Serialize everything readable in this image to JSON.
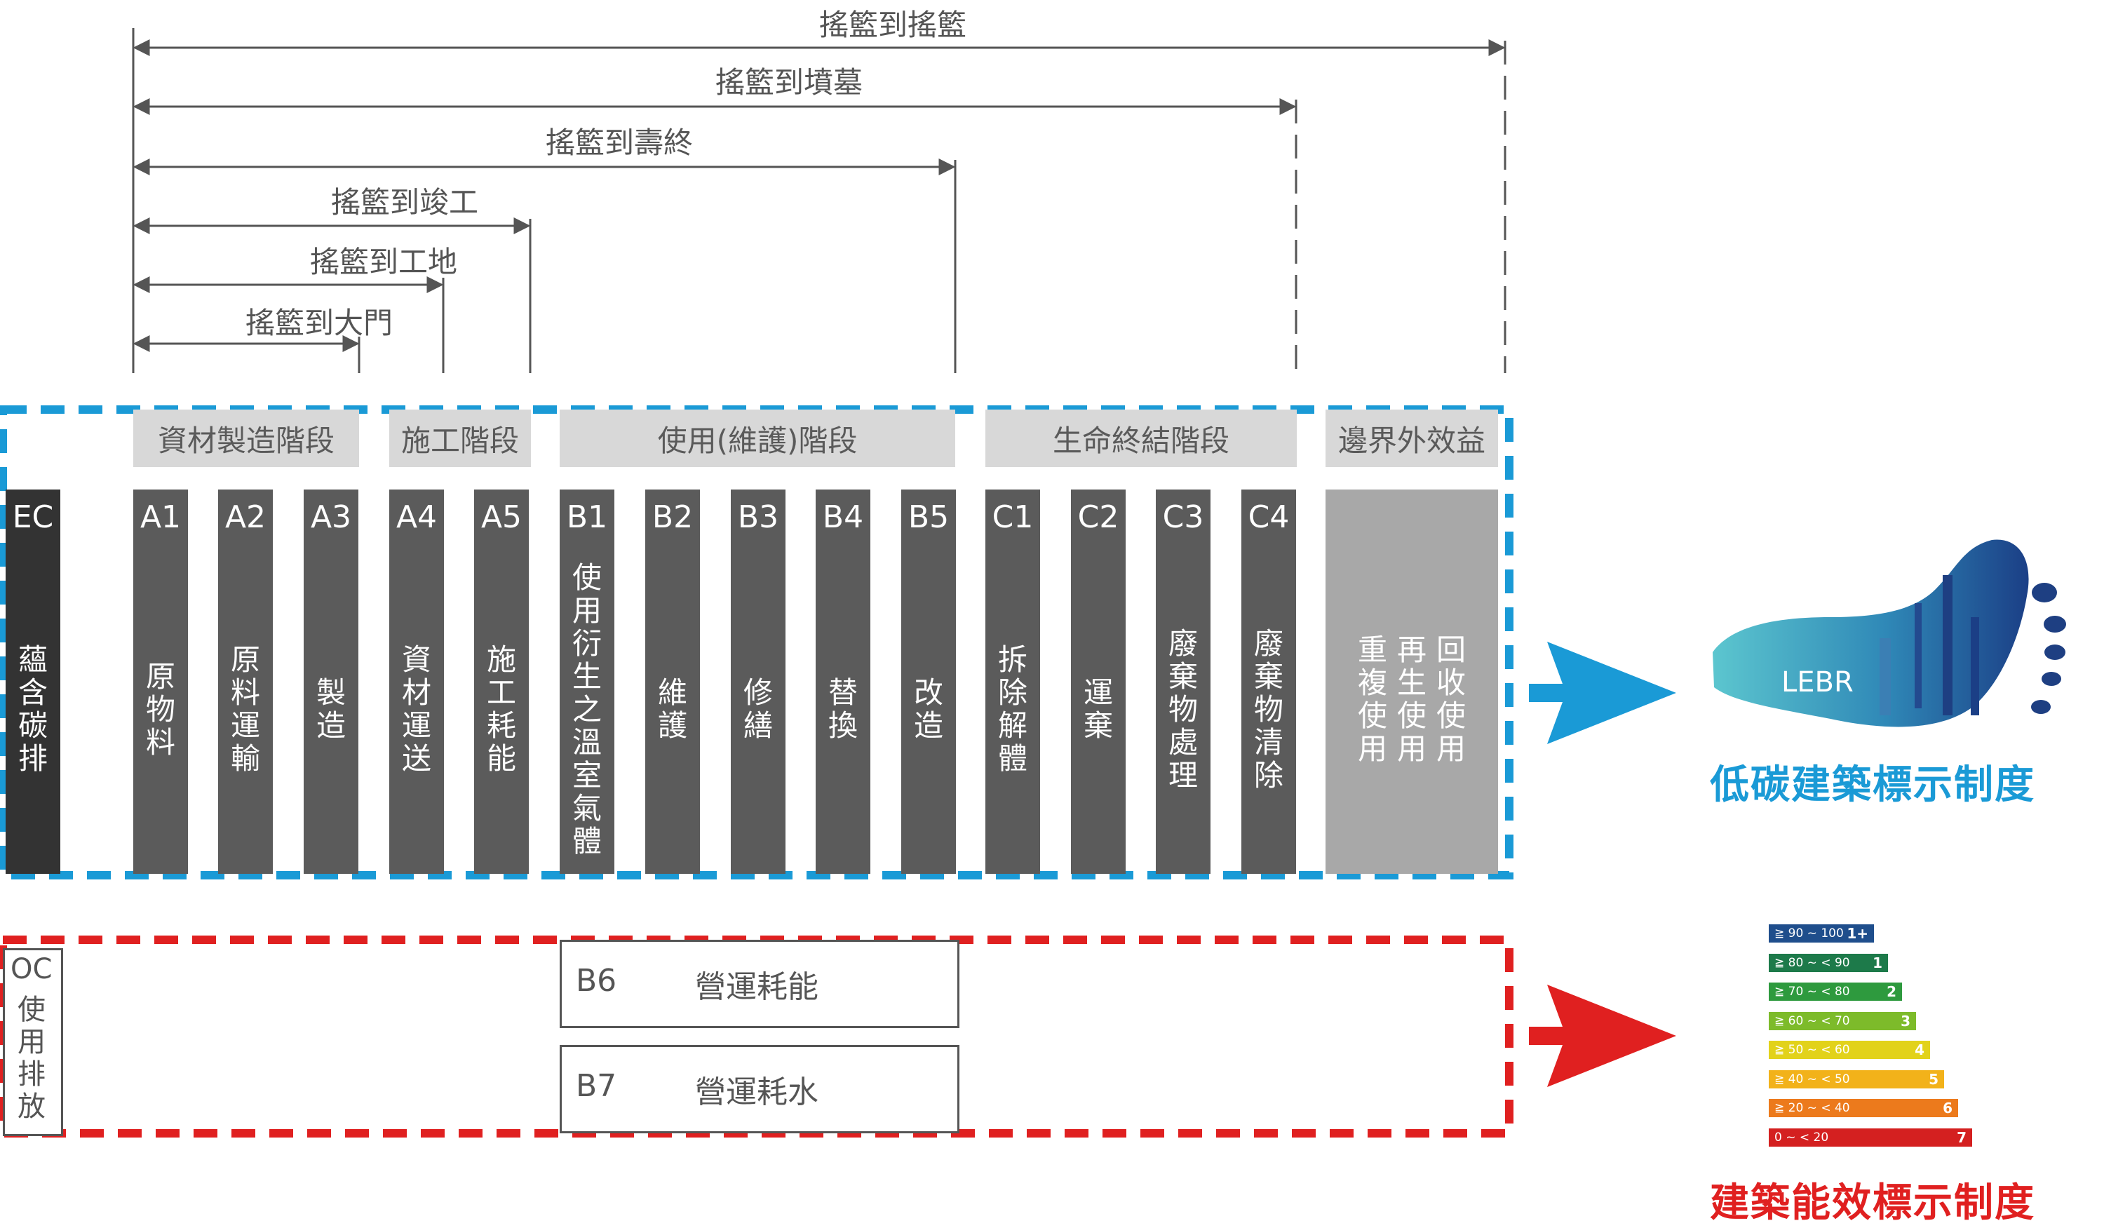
{
  "ranges": [
    {
      "label": "搖籃到搖籃"
    },
    {
      "label": "搖籃到墳墓"
    },
    {
      "label": "搖籃到壽終"
    },
    {
      "label": "搖籃到竣工"
    },
    {
      "label": "搖籃到工地"
    },
    {
      "label": "搖籃到大門"
    }
  ],
  "phases": [
    {
      "label": "資材製造階段"
    },
    {
      "label": "施工階段"
    },
    {
      "label": "使用(維護)階段"
    },
    {
      "label": "生命終結階段"
    },
    {
      "label": "邊界外效益"
    }
  ],
  "ec": {
    "code": "EC",
    "name": "蘊含碳排"
  },
  "modules": [
    {
      "code": "A1",
      "name": "原物料"
    },
    {
      "code": "A2",
      "name": "原料運輸"
    },
    {
      "code": "A3",
      "name": "製造"
    },
    {
      "code": "A4",
      "name": "資材運送"
    },
    {
      "code": "A5",
      "name": "施工耗能"
    },
    {
      "code": "B1",
      "name": "使用衍生之溫室氣體"
    },
    {
      "code": "B2",
      "name": "維護"
    },
    {
      "code": "B3",
      "name": "修繕"
    },
    {
      "code": "B4",
      "name": "替換"
    },
    {
      "code": "B5",
      "name": "改造"
    },
    {
      "code": "C1",
      "name": "拆除解體"
    },
    {
      "code": "C2",
      "name": "運棄"
    },
    {
      "code": "C3",
      "name": "廢棄物處理"
    },
    {
      "code": "C4",
      "name": "廢棄物清除"
    }
  ],
  "benefit": {
    "columns": [
      "重複使用",
      "再生使用",
      "回收使用"
    ]
  },
  "oc": {
    "code": "OC",
    "name": "使用排放"
  },
  "operational": [
    {
      "code": "B6",
      "label": "營運耗能"
    },
    {
      "code": "B7",
      "label": "營運耗水"
    }
  ],
  "lebr": {
    "logo_text": "LEBR",
    "title": "低碳建築標示制度",
    "color": "#1a9ad6",
    "icon": "footprint-city-icon"
  },
  "bee": {
    "title": "建築能效標示制度",
    "color": "#e02020",
    "grades": [
      {
        "range": "≧ 90 ~ 100",
        "grade": "1+",
        "color": "#1f4e8c"
      },
      {
        "range": "≧ 80 ~ < 90",
        "grade": "1",
        "color": "#1d7a4a"
      },
      {
        "range": "≧ 70 ~ < 80",
        "grade": "2",
        "color": "#2e9a3e"
      },
      {
        "range": "≧ 60 ~ < 70",
        "grade": "3",
        "color": "#7dbb2a"
      },
      {
        "range": "≧ 50 ~ < 60",
        "grade": "4",
        "color": "#e2d21a"
      },
      {
        "range": "≧ 40 ~ < 50",
        "grade": "5",
        "color": "#f2b21a"
      },
      {
        "range": "≧ 20 ~ < 40",
        "grade": "6",
        "color": "#ec7a1c"
      },
      {
        "range": "0 ~ < 20",
        "grade": "7",
        "color": "#d42020"
      }
    ]
  },
  "colors": {
    "ec_fill": "#333333",
    "module_fill": "#5b5b5b",
    "benefit_fill": "#a8a8a8",
    "phase_fill": "#d8d8d8",
    "blue_dash": "#1a9ad6",
    "red_dash": "#e02020"
  }
}
